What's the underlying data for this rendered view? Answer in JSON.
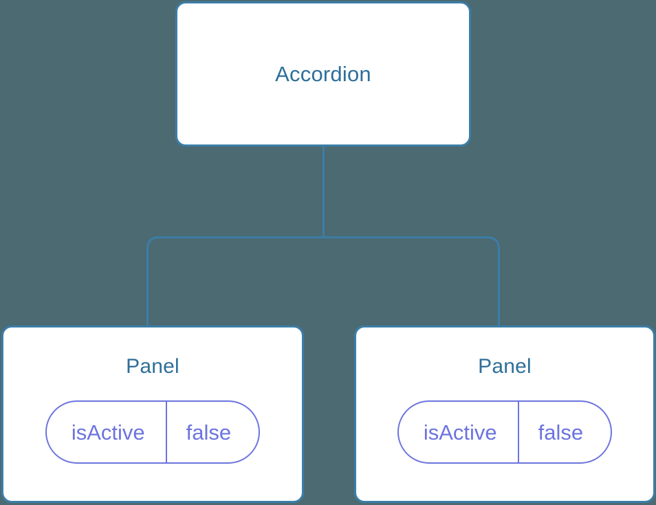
{
  "diagram": {
    "type": "component-tree",
    "background_color": "#4c6a72",
    "node_border_color": "#3b7ea8",
    "node_title_color": "#2e6f99",
    "pill_color": "#6b74de",
    "connector_color": "#3b7ea8",
    "root": {
      "title": "Accordion"
    },
    "children": [
      {
        "title": "Panel",
        "state": {
          "key": "isActive",
          "value": "false"
        }
      },
      {
        "title": "Panel",
        "state": {
          "key": "isActive",
          "value": "false"
        }
      }
    ]
  }
}
